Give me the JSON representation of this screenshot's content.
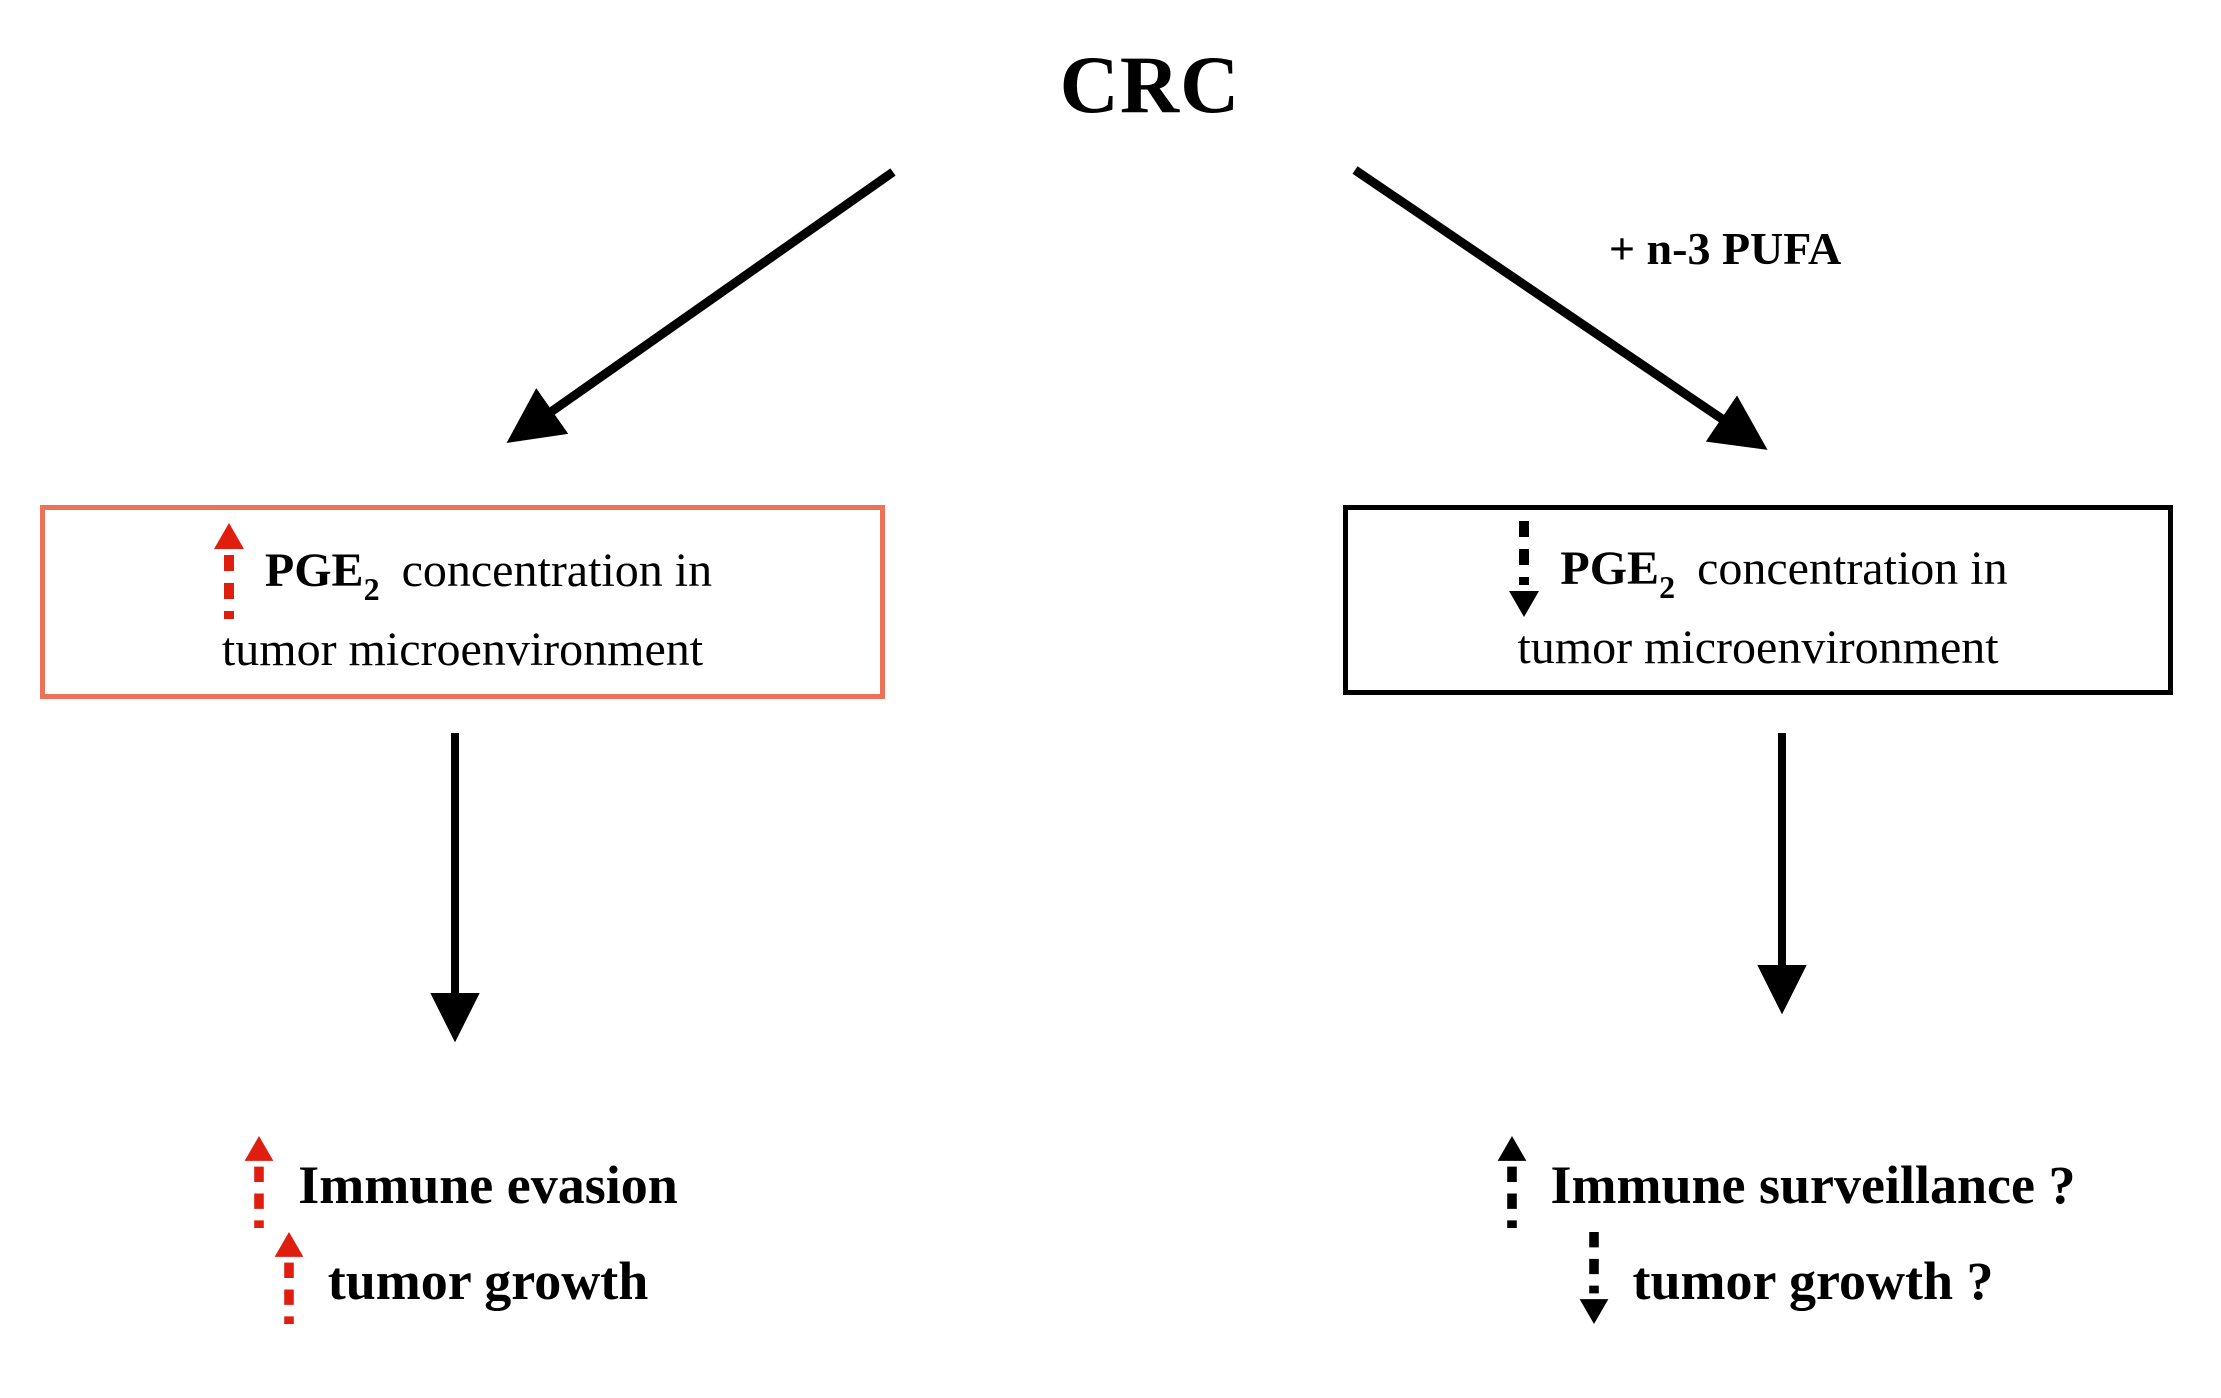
{
  "title": "CRC",
  "colors": {
    "background": "#FFFFFF",
    "ink": "#000000",
    "red_accent": "#E01E10",
    "left_box_border": "#EC7357"
  },
  "annotations": {
    "pufa_label": "+ n-3 PUFA"
  },
  "icons": {
    "dashed_up_arrow": "dashed stem with solid triangle head pointing up (increase)",
    "dashed_down_arrow": "dashed stem with solid triangle head pointing down (decrease)",
    "solid_arrow": "solid line connector with filled triangular arrowhead"
  },
  "boxes": {
    "left": {
      "icon": "dashed-up-arrow",
      "icon_color": "#E01E10",
      "compound": "PGE",
      "compound_sub": "2",
      "line1_rest": "concentration in",
      "line2": "tumor microenvironment"
    },
    "right": {
      "icon": "dashed-down-arrow",
      "icon_color": "#000000",
      "compound": "PGE",
      "compound_sub": "2",
      "line1_rest": "concentration in",
      "line2": "tumor microenvironment"
    }
  },
  "outcomes": {
    "left": {
      "line1": {
        "icon": "dashed-up-arrow",
        "icon_color": "#E01E10",
        "text": "Immune evasion"
      },
      "line2": {
        "icon": "dashed-up-arrow",
        "icon_color": "#E01E10",
        "text": "tumor growth"
      }
    },
    "right": {
      "line1": {
        "icon": "dashed-up-arrow",
        "icon_color": "#000000",
        "text": "Immune surveillance ?"
      },
      "line2": {
        "icon": "dashed-down-arrow",
        "icon_color": "#000000",
        "text": "tumor growth ?"
      }
    }
  }
}
